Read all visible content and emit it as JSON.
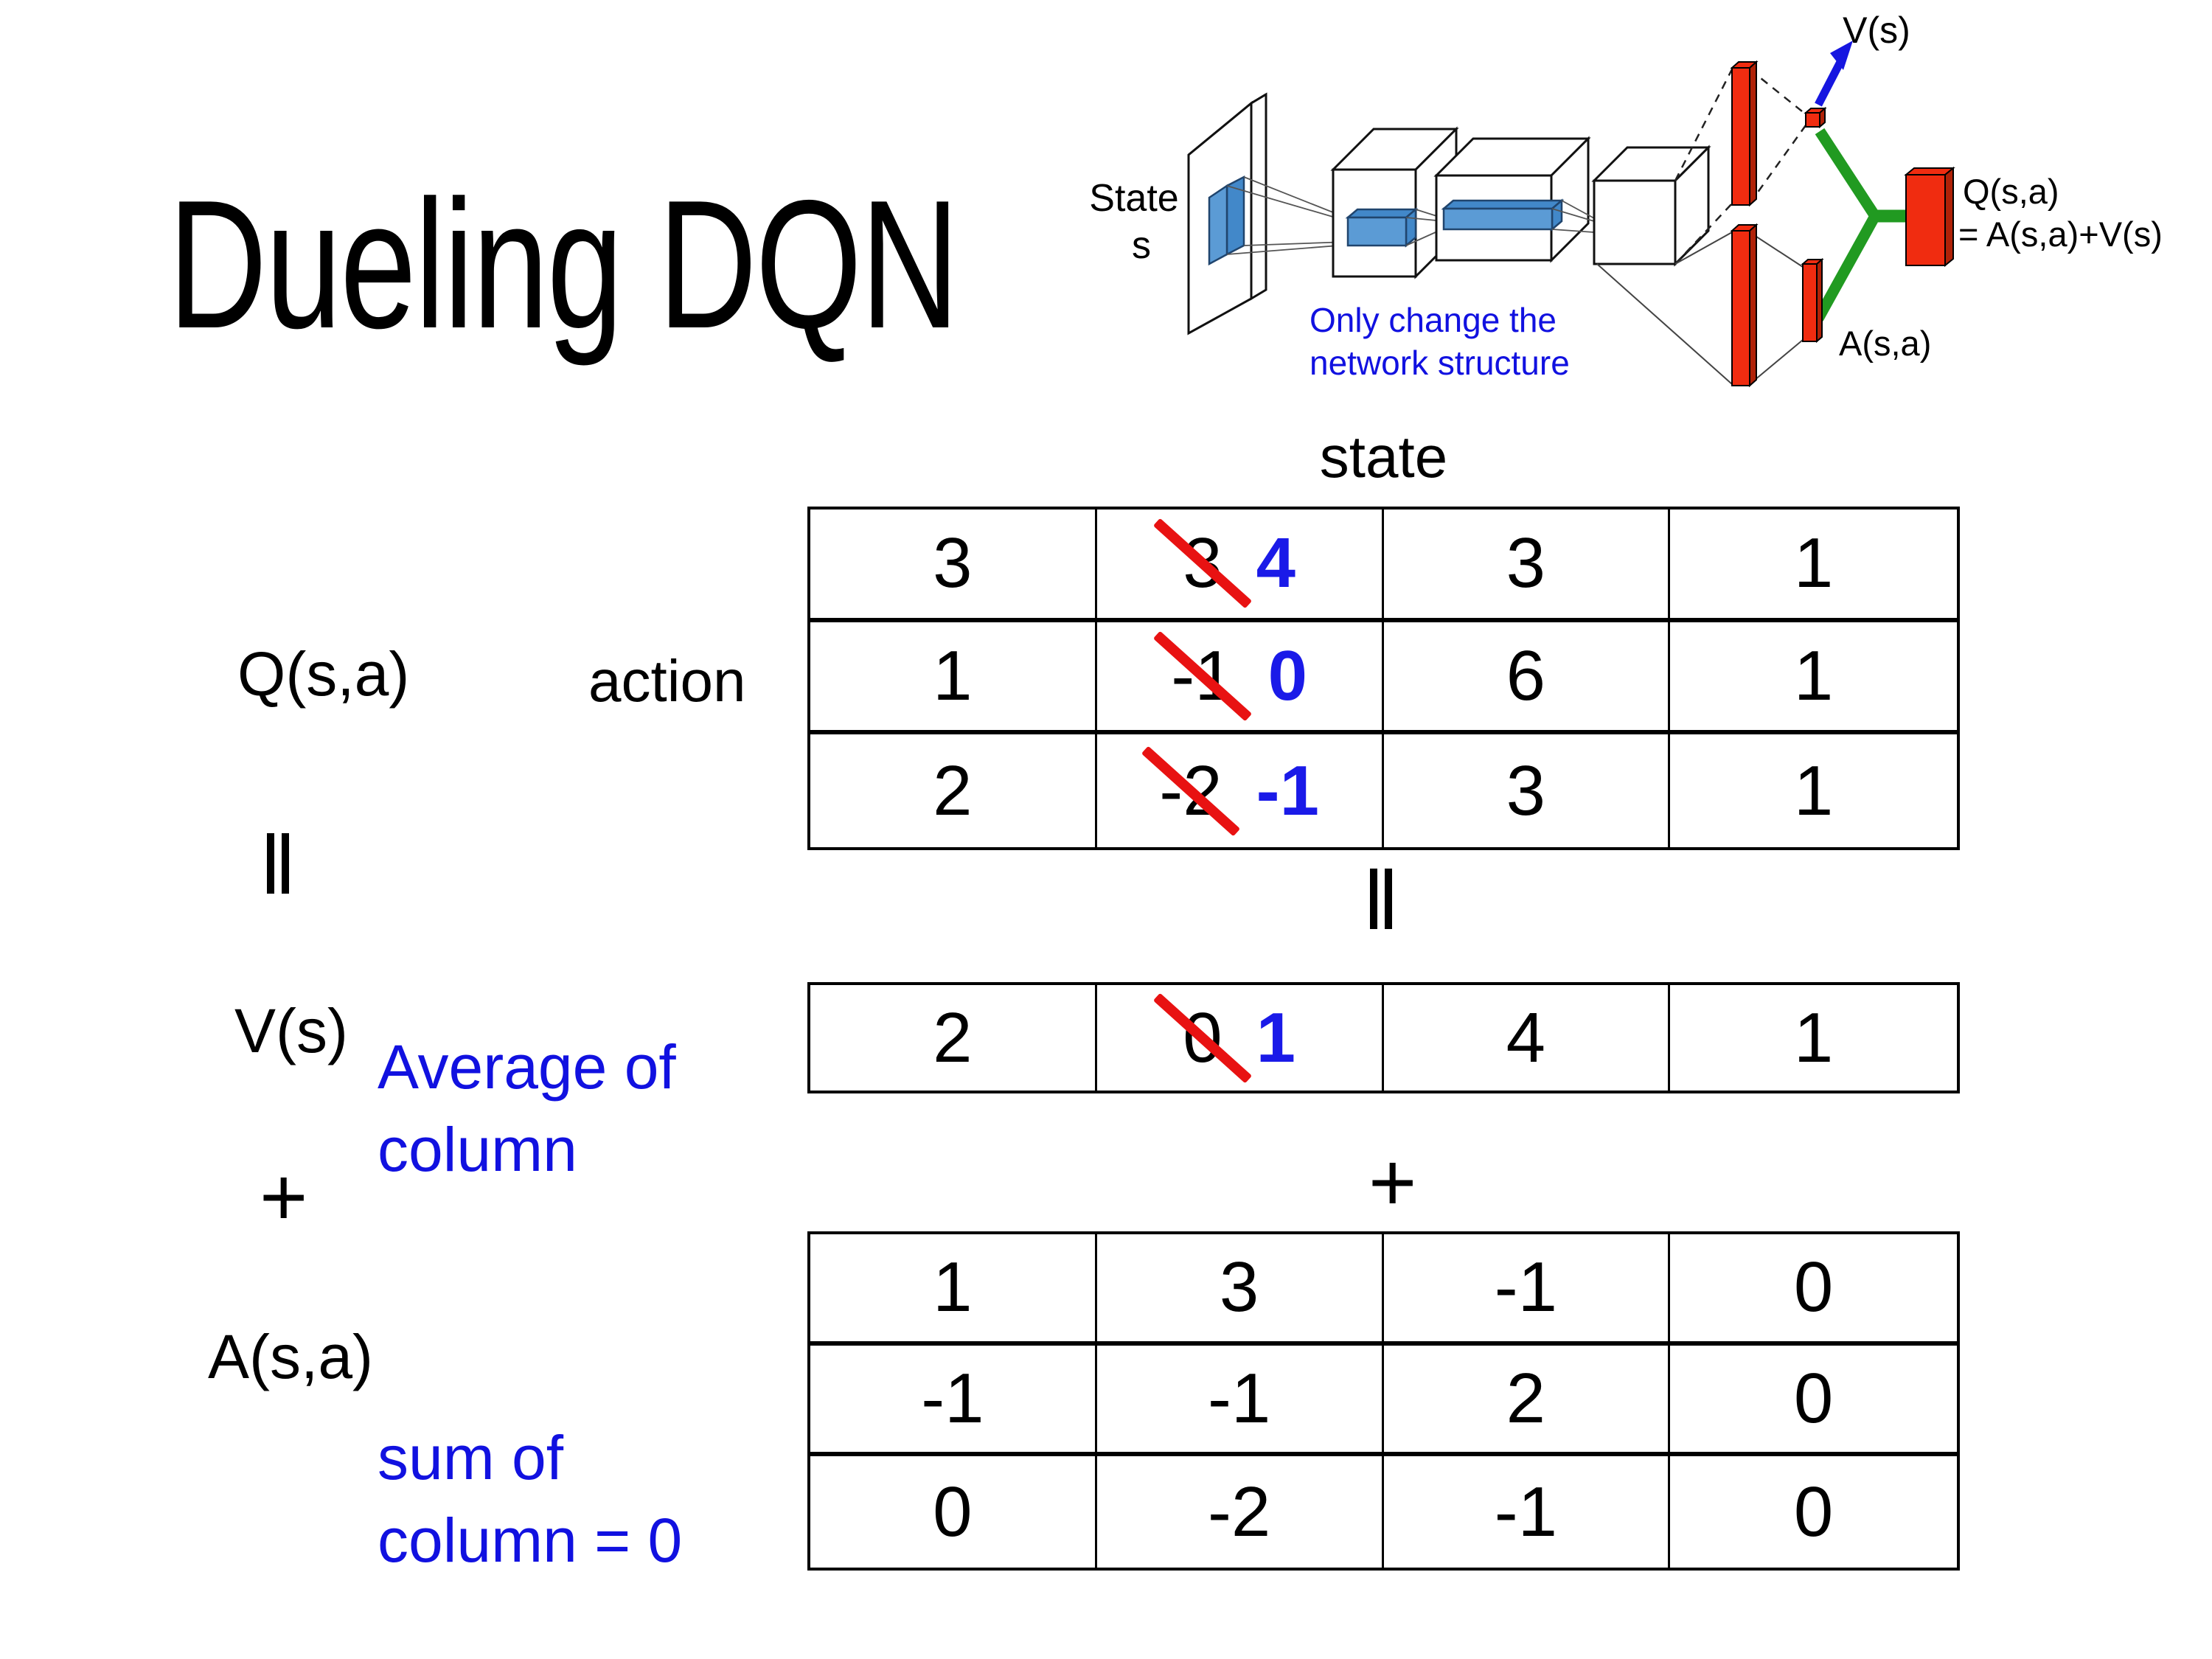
{
  "title": "Dueling DQN",
  "diagram": {
    "state_line1": "State",
    "state_line2": "s",
    "note_line1": "Only change the",
    "note_line2": "network structure",
    "v_out_label": "V(s)",
    "a_out_label": "A(s,a)",
    "q_out_line1": "Q(s,a)",
    "q_out_line2": "= A(s,a)+V(s)"
  },
  "labels": {
    "q": "Q(s,a)",
    "v": "V(s)",
    "a": "A(s,a)",
    "state_axis": "state",
    "action_axis": "action",
    "plus": "+",
    "avg_line1": "Average of",
    "avg_line2": "column",
    "sum_line1": "sum of",
    "sum_line2": "column = 0"
  },
  "q_table": {
    "rows": [
      {
        "c0": "3",
        "old": "3",
        "new": "4",
        "c2": "3",
        "c3": "1"
      },
      {
        "c0": "1",
        "old": "-1",
        "new": "0",
        "c2": "6",
        "c3": "1"
      },
      {
        "c0": "2",
        "old": "-2",
        "new": "-1",
        "c2": "3",
        "c3": "1"
      }
    ]
  },
  "v_table": {
    "c0": "2",
    "old": "0",
    "new": "1",
    "c2": "4",
    "c3": "1"
  },
  "a_table": {
    "rows": [
      {
        "c0": "1",
        "c1": "3",
        "c2": "-1",
        "c3": "0"
      },
      {
        "c0": "-1",
        "c1": "-1",
        "c2": "2",
        "c3": "0"
      },
      {
        "c0": "0",
        "c1": "-2",
        "c2": "-1",
        "c3": "0"
      }
    ]
  },
  "colors": {
    "annotation_blue": "#1111e0",
    "edit_blue": "#1a1ae8",
    "strike_red": "#e81212",
    "bar_red": "#f02c10",
    "bar_red_shade": "#b02208",
    "merge_green": "#219a21",
    "conv_blue": "#5b9bd5",
    "conv_blue_shade": "#4288c9"
  }
}
